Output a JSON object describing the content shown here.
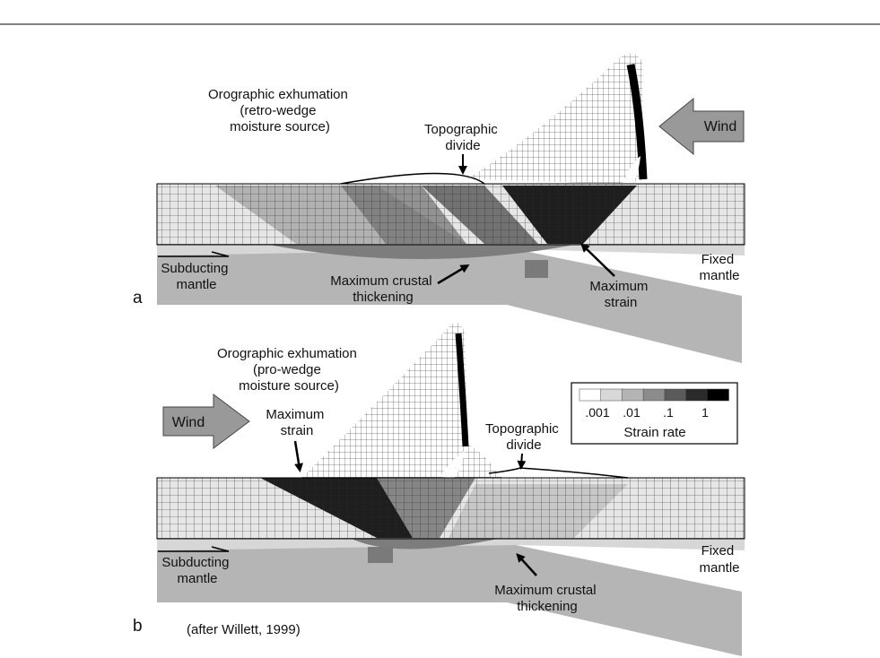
{
  "panel_a": {
    "letter": "a",
    "orographic": [
      "Orographic exhumation",
      "(retro-wedge",
      "moisture source)"
    ],
    "topographic_divide": [
      "Topographic",
      "divide"
    ],
    "wind": "Wind",
    "subducting_mantle": [
      "Subducting",
      "mantle"
    ],
    "max_crustal_thickening": [
      "Maximum crustal",
      "thickening"
    ],
    "max_strain": [
      "Maximum",
      "strain"
    ],
    "fixed_mantle": [
      "Fixed",
      "mantle"
    ]
  },
  "panel_b": {
    "letter": "b",
    "orographic": [
      "Orographic exhumation",
      "(pro-wedge",
      "moisture source)"
    ],
    "wind": "Wind",
    "max_strain": [
      "Maximum",
      "strain"
    ],
    "topographic_divide": [
      "Topographic",
      "divide"
    ],
    "subducting_mantle": [
      "Subducting",
      "mantle"
    ],
    "max_crustal_thickening": [
      "Maximum crustal",
      "thickening"
    ],
    "fixed_mantle": [
      "Fixed",
      "mantle"
    ]
  },
  "legend": {
    "ticks": [
      ".001",
      ".01",
      ".1",
      "1"
    ],
    "title": "Strain rate",
    "colors": [
      "#ffffff",
      "#d8d8d8",
      "#b4b4b4",
      "#8c8c8c",
      "#5a5a5a",
      "#2a2a2a",
      "#000000"
    ]
  },
  "citation": "(after Willett, 1999)"
}
